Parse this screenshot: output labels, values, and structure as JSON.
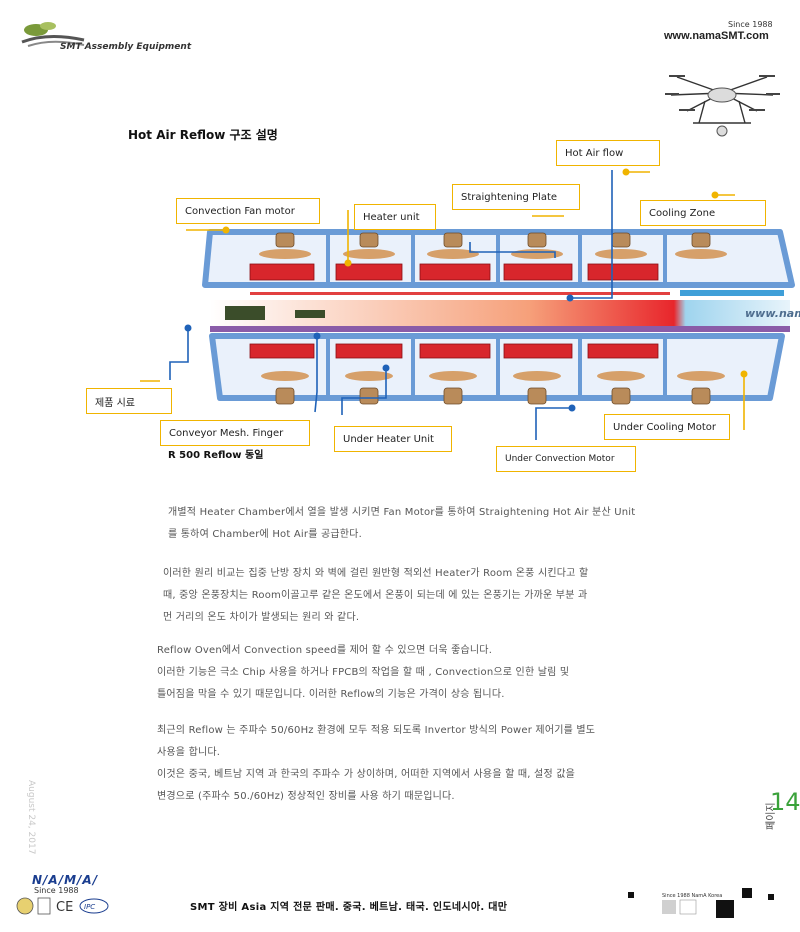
{
  "header": {
    "logo_subtitle": "SMT Assembly Equipment",
    "since": "Since 1988",
    "website": "www.namaSMT.com"
  },
  "title": "Hot Air Reflow 구조 설명",
  "diagram": {
    "labels": {
      "hot_air_flow": "Hot Air flow",
      "straightening_plate": "Straightening Plate",
      "convection_fan_motor": "Convection Fan motor",
      "heater_unit": "Heater unit",
      "cooling_zone": "Cooling Zone",
      "product": "제품 시료",
      "conveyor": "Conveyor Mesh. Finger",
      "under_heater_unit": "Under Heater Unit",
      "under_cooling_motor": "Under Cooling Motor",
      "under_convection_motor": "Under Convection Motor"
    },
    "watermark": "www.nama",
    "note": "R 500 Reflow 동일"
  },
  "paragraphs": {
    "p1": [
      "개별적 Heater Chamber에서 열을 발생 시키면 Fan Motor를 통하여 Straightening Hot Air 분산 Unit",
      "를 통하여 Chamber에 Hot Air를 공급한다."
    ],
    "p2": [
      "이러한 원리 비교는 집중 난방 장치 와 벽에 걸린 원반형 적외선 Heater가 Room 온풍 시킨다고 할",
      "때, 중앙 온풍장치는 Room이골고루 같은 온도에서 온풍이 되는데   에 있는 온풍기는 가까운 부분 과",
      "먼 거리의 온도 차이가 발생되는 원리 와 같다."
    ],
    "p3": [
      "Reflow Oven에서 Convection speed를 제어 할 수 있으면 더욱 좋습니다.",
      "이러한 기능은 극소 Chip 사용을 하거나 FPCB의 작업을 할 때 , Convection으로 인한 날림 및",
      "틀어짐을 막을 수 있기 때문입니다. 이러한 Reflow의 기능은 가격이 상승 됩니다."
    ],
    "p4": [
      "최근의 Reflow 는 주파수 50/60Hz 환경에 모두 적용 되도록 Invertor 방식의 Power 제어기를 별도",
      "사용을 합니다.",
      "이것은 중국, 베트남 지역 과 한국의 주파수 가 상이하며, 어떠한 지역에서 사용을 할 때, 설정 값을",
      "변경으로 (주파수 50./60Hz) 정상적인 장비를 사용 하기 때문입니다."
    ]
  },
  "side": {
    "date": "August 24, 2017",
    "page_number": "14",
    "page_word": "페이지"
  },
  "footer": {
    "brand": "N/A/M/A/",
    "since": "Since 1988",
    "tagline": "SMT 장비 Asia 지역 전문 판매.   중국.   베트남.   태국. 인도네시아. 대만",
    "small_since": "Since 1988 NamA Korea"
  },
  "colors": {
    "callout_border": "#f0b400",
    "oven_frame": "#6a9bd6",
    "heater": "#d8262c",
    "page_number": "#3aa23a",
    "brand": "#1a3d8f"
  }
}
